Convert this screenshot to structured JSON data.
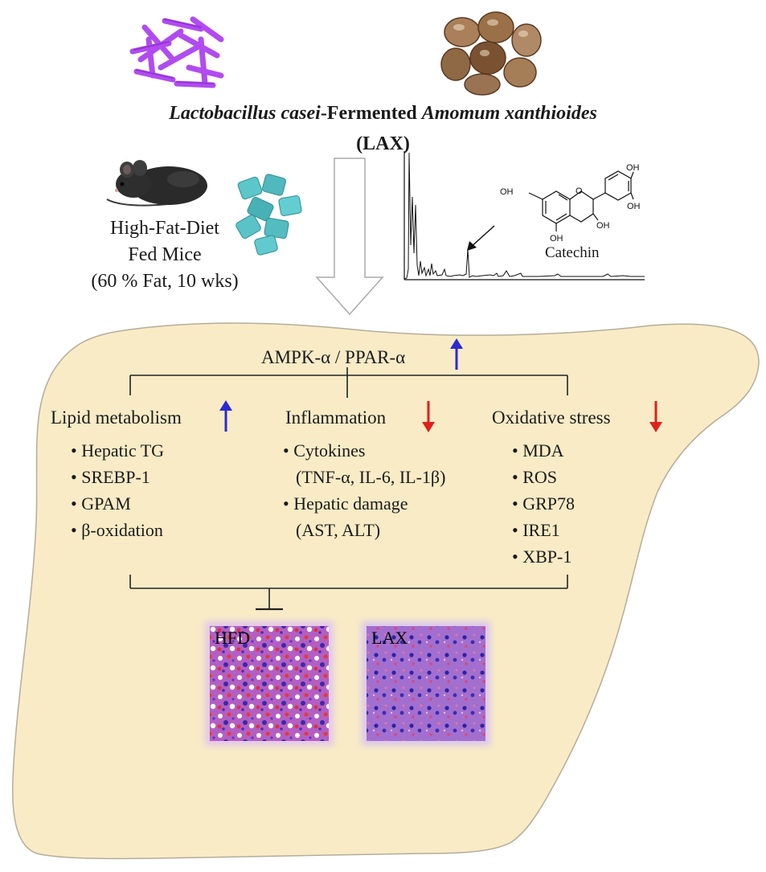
{
  "header": {
    "title_part1": "Lactobacillus casei",
    "title_part2": "-Fermented ",
    "title_part3": "Amomum xanthioides",
    "abbrev": "(LAX)"
  },
  "model": {
    "line1": "High-Fat-Diet",
    "line2": "Fed Mice",
    "line3": "(60 % Fat, 10 wks)"
  },
  "chromatogram": {
    "compound": "Catechin",
    "oh_labels": [
      "OH",
      "OH",
      "OH",
      "OH",
      "OH"
    ]
  },
  "pathway": {
    "top_label": "AMPK-α / PPAR-α",
    "top_direction": "up",
    "categories": [
      {
        "name": "Lipid metabolism",
        "direction": "up",
        "items": [
          "• Hepatic TG",
          "• SREBP-1",
          "• GPAM",
          "• β-oxidation"
        ]
      },
      {
        "name": "Inflammation",
        "direction": "down",
        "items": [
          "• Cytokines",
          "(TNF-α, IL-6, IL-1β)",
          "• Hepatic damage",
          "(AST, ALT)"
        ]
      },
      {
        "name": "Oxidative stress",
        "direction": "down",
        "items": [
          "• MDA",
          "• ROS",
          "• GRP78",
          "• IRE1",
          "• XBP-1"
        ]
      }
    ]
  },
  "histology": {
    "left_label": "HFD",
    "right_label": "LAX"
  },
  "colors": {
    "liver_fill": "#f8ebc6",
    "liver_stroke": "#b4ad9a",
    "up_arrow": "#2b2bd1",
    "down_arrow": "#e0201b",
    "bacteria": "#b14bf0",
    "pellet": "#54c0c4"
  }
}
